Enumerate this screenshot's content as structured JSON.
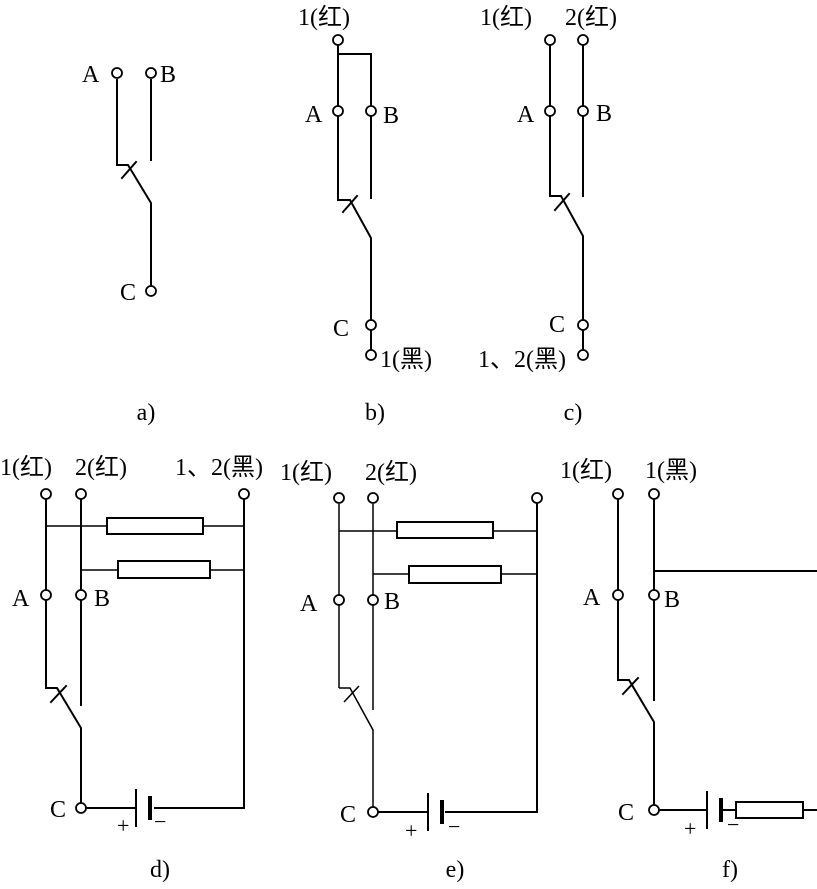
{
  "diagram": {
    "terminals": {
      "A": "A",
      "B": "B",
      "C": "C"
    },
    "panel_a": {
      "caption": "a)"
    },
    "panel_b": {
      "caption": "b)",
      "probe_red": "1(红)",
      "probe_black": "1(黑)"
    },
    "panel_c": {
      "caption": "c)",
      "probe_red_1": "1(红)",
      "probe_red_2": "2(红)",
      "probe_black": "1、2(黑)"
    },
    "panel_d": {
      "caption": "d)",
      "probe_red_1": "1(红)",
      "probe_red_2": "2(红)",
      "probe_black": "1、2(黑)",
      "plus": "+",
      "minus": "−"
    },
    "panel_e": {
      "caption": "e)",
      "probe_red_1": "1(红)",
      "probe_red_2": "2(红)",
      "plus": "+",
      "minus": "−"
    },
    "panel_f": {
      "caption": "f)",
      "probe_red": "1(红)",
      "probe_black": "1(黑)",
      "plus": "+",
      "minus": "−"
    }
  }
}
